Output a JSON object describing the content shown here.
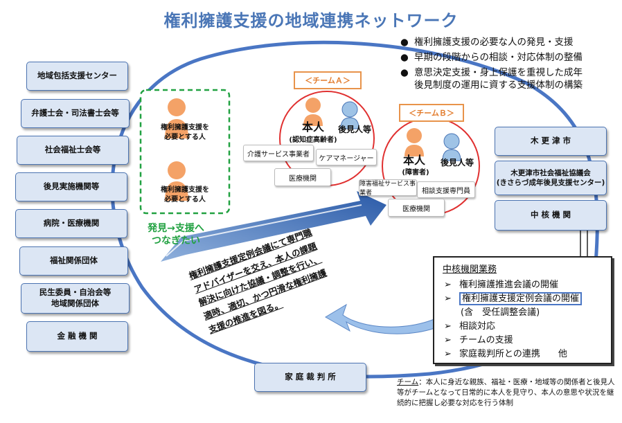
{
  "title": "権利擁護支援の地域連携ネットワーク",
  "bullets": [
    "権利擁護支援の必要な人の発見・支援",
    "早期の段階からの相談・対応体制の整備",
    "意思決定支援・身上保護を重視した成年\n後見制度の運用に資する支援体制の構築"
  ],
  "bullet_mark": "●",
  "left_orgs": [
    "地域包括支援センター",
    "弁護士会・司法書士会等",
    "社会福祉士会等",
    "後見実施機関等",
    "病院・医療機関",
    "福祉関係団体",
    "民生委員・自治会等\n地域関係団体",
    "金 融 機 関"
  ],
  "right_orgs": [
    "木 更 津 市",
    "木更津市社会福祉協議会\n(きさらづ成年後見支援センター)",
    "中 核 機 関"
  ],
  "court": "家 庭 裁 判 所",
  "discovery": {
    "person1": "権利擁護支援を\n必要とする人",
    "person2": "権利擁護支援を\n必要とする人",
    "caption": "発見→支援へ\nつなぎたい"
  },
  "team_a": {
    "tag": "＜チームＡ＞",
    "person": "本人",
    "person_sub": "(認知症高齢者)",
    "guardian": "後見人等",
    "services": [
      "介護サービス事業者",
      "ケアマネージャー",
      "医療機関"
    ]
  },
  "team_b": {
    "tag": "＜チームＢ＞",
    "person": "本人",
    "person_sub": "(障害者)",
    "guardian": "後見人等",
    "services": [
      "障害福祉サービス事業者",
      "相談支援専門員",
      "医療機関"
    ]
  },
  "arrow_text": "権利擁護支援定例会議にて専門職\nアドバイザーを交え、本人の課題\n解決に向けた協議・調整を行い、\n適時、適切、かつ円滑な権利擁護\n支援の推進を図る。",
  "core_business": {
    "title": "中核機関業務",
    "arrow": "➢",
    "items": [
      "権利擁護推進会議の開催",
      "権利擁護支援定例会議の開催",
      "(含　受任調整会議)",
      "相談対応",
      "チームの支援",
      "家庭裁判所との連携　　他"
    ]
  },
  "note": {
    "label": "チーム",
    "text": "：本人に身近な親族、福祉・医療・地域等の関係者と後見人等がチームとなって日常的に本人を見守り、本人の意思や状況を継続的に把握し必要な対応を行う体制"
  },
  "colors": {
    "network_ring": "#4a76c4",
    "box_fill": "#dce6f4",
    "team_circle": "#e03030",
    "person_orange": "#f4a267",
    "guardian_blue": "#9fc3e6",
    "discovery_green": "#21a141",
    "arrow_blue": "#2f5fa8"
  }
}
